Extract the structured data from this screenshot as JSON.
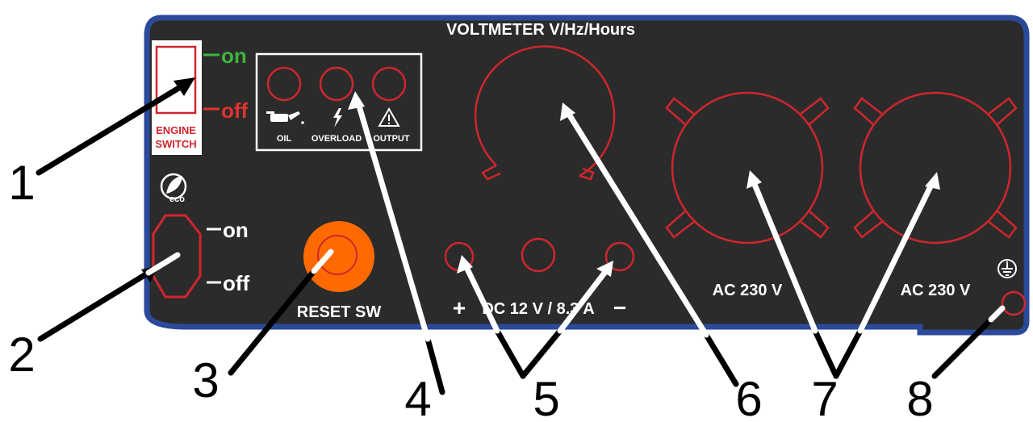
{
  "panel": {
    "voltmeter_label": "VOLTMETER V/Hz/Hours",
    "engine_switch": {
      "on": "on",
      "off": "off",
      "label_line1": "ENGINE",
      "label_line2": "SWITCH"
    },
    "eco_switch": {
      "badge": "eco",
      "on": "on",
      "off": "off"
    },
    "reset_label": "RESET SW",
    "indicators": {
      "oil": "OIL",
      "overload": "OVERLOAD",
      "output": "OUTPUT"
    },
    "dc": {
      "plus": "+",
      "label": "DC 12 V / 8.3 A",
      "minus": "−"
    },
    "ac_left": "AC 230 V",
    "ac_right": "AC 230 V"
  },
  "callouts": [
    "1",
    "2",
    "3",
    "4",
    "5",
    "6",
    "7",
    "8"
  ],
  "colors": {
    "panel_fill": "#2b2b2b",
    "panel_border": "#2b4a9a",
    "socket": "#d0262d",
    "on_green": "#3db53d",
    "off_red": "#e0342f",
    "reset_orange": "#ff6a00"
  }
}
